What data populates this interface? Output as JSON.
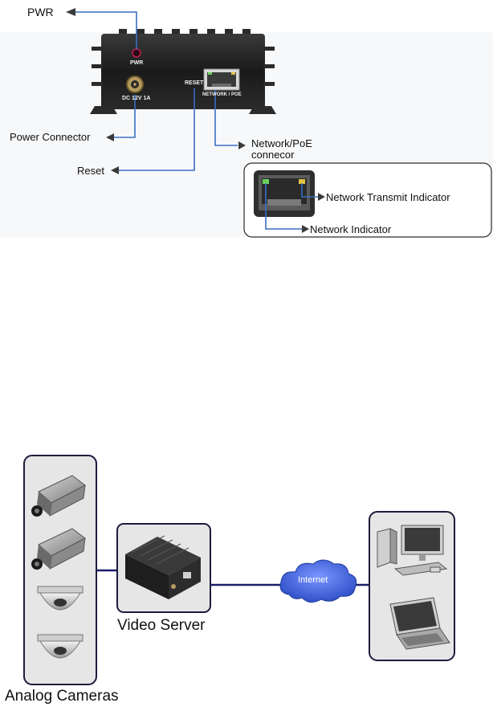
{
  "device_labels": {
    "pwr": "PWR",
    "power_connector": "Power Connector",
    "reset": "Reset",
    "network_poe": "Network/PoE",
    "network_poe_line2": "connecor",
    "network_transmit_indicator": "Network Transmit Indicator",
    "network_indicator": "Network Indicator"
  },
  "panel_text": {
    "pwr": "PWR",
    "dc": "DC 12V 1A",
    "reset": "RESET",
    "network_poe": "NETWORK / POE"
  },
  "topology": {
    "video_server": "Video Server",
    "internet": "Internet",
    "analog_cameras": "Analog Cameras"
  },
  "colors": {
    "callout_line": "#3a6fc4",
    "device_body": "#1e1e1e",
    "panel_bg": "#e6e6e6",
    "link_line": "#1c1c6c",
    "cloud": "#3355cc"
  }
}
